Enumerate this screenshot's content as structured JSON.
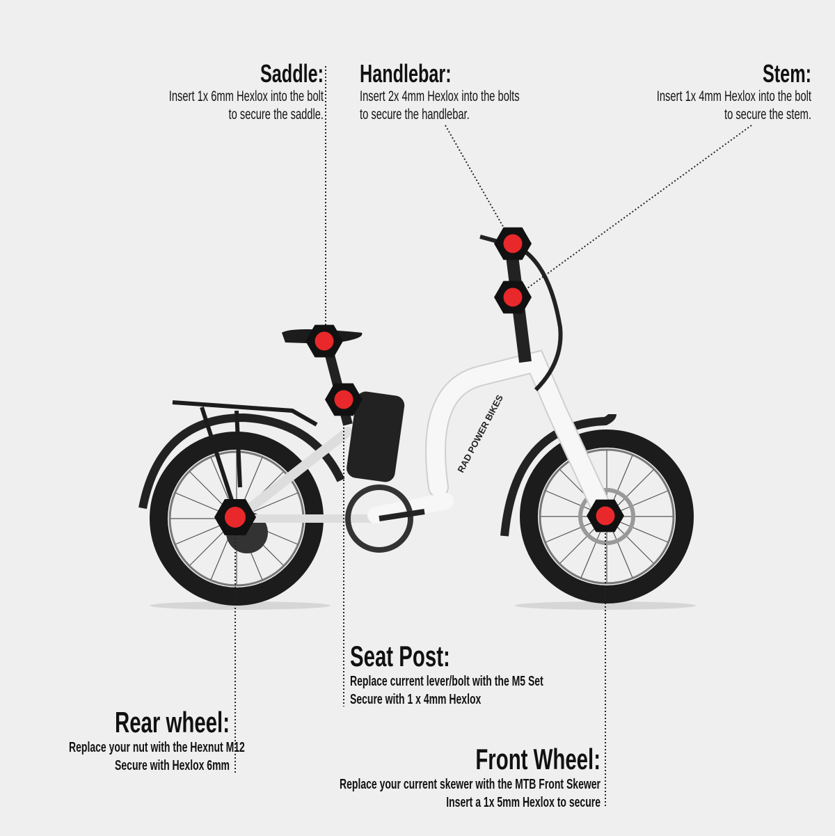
{
  "annotations": {
    "saddle": {
      "title": "Saddle:",
      "lines": [
        "Insert  1x 6mm Hexlox into the bolt",
        "to secure the saddle."
      ]
    },
    "handlebar": {
      "title": "Handlebar:",
      "lines": [
        "Insert 2x 4mm Hexlox into the bolts",
        "to secure the handlebar."
      ]
    },
    "stem": {
      "title": "Stem:",
      "lines": [
        "Insert 1x 4mm Hexlox into the bolt",
        "to secure the stem."
      ]
    },
    "seat_post": {
      "title": "Seat Post:",
      "lines": [
        "Replace current lever/bolt with the M5 Set",
        "Secure with 1 x 4mm Hexlox"
      ]
    },
    "rear_wheel": {
      "title": "Rear wheel:",
      "lines": [
        "Replace your nut with the Hexnut M12",
        "Secure with Hexlox 6mm"
      ]
    },
    "front_wheel": {
      "title": "Front Wheel:",
      "lines": [
        "Replace your current skewer with the MTB Front Skewer",
        "Insert a 1x 5mm Hexlox to secure"
      ]
    }
  },
  "bike": {
    "brand_text": "RAD POWER BIKES"
  },
  "colors": {
    "background": "#efefef",
    "marker": "#111111",
    "marker_dot": "#e8282b",
    "frame": "#f7f7f7",
    "tire": "#1c1c1c"
  }
}
